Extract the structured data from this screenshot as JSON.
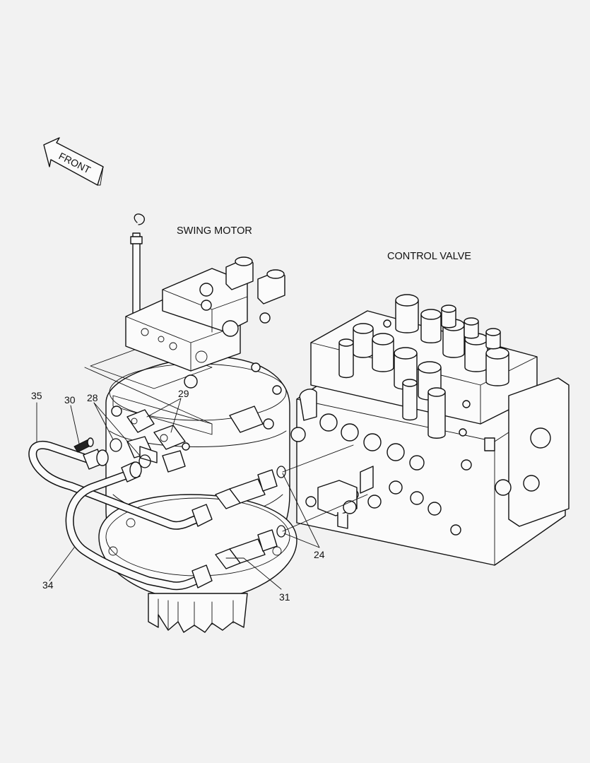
{
  "direction_arrow": {
    "text": "FRONT"
  },
  "assemblies": {
    "swing_motor": "SWING MOTOR",
    "control_valve": "CONTROL VALVE"
  },
  "callouts": {
    "c24": "24",
    "c28": "28",
    "c29": "29",
    "c30": "30",
    "c31": "31",
    "c34": "34",
    "c35": "35"
  }
}
